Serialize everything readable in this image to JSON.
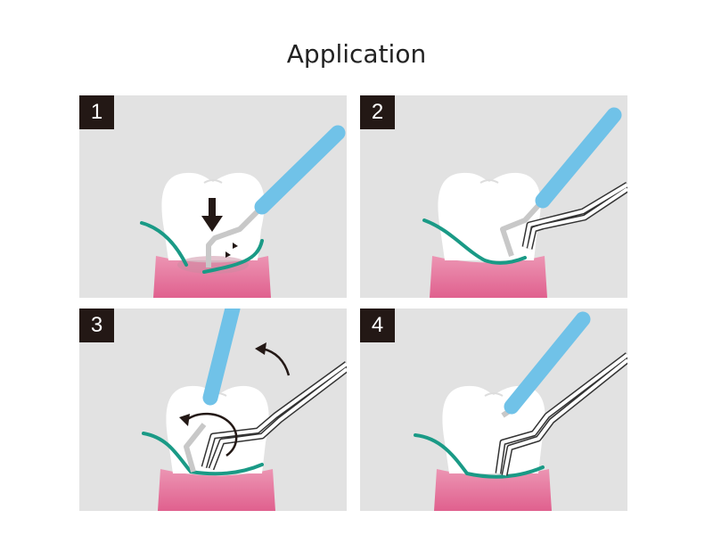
{
  "title": "Application",
  "steps": [
    {
      "number": "1"
    },
    {
      "number": "2"
    },
    {
      "number": "3"
    },
    {
      "number": "4"
    }
  ],
  "colors": {
    "panel_bg": "#e2e2e2",
    "label_bg": "#231815",
    "handle": "#70c2e8",
    "cord": "#1a9a86",
    "gum_top": "#ec95b3",
    "gum_bottom": "#e0608e",
    "instrument": "#c8c8c8"
  }
}
